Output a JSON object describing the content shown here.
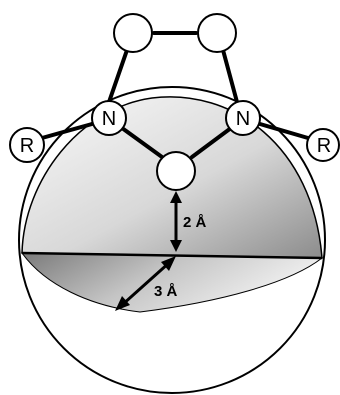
{
  "diagram": {
    "atoms": {
      "nitrogen_left": "N",
      "nitrogen_right": "N",
      "substituent_left": "R",
      "substituent_right": "R"
    },
    "dimensions": {
      "vertical_distance": "2 Å",
      "diagonal_distance": "3 Å"
    },
    "colors": {
      "line": "#000000",
      "atom_fill": "#ffffff",
      "shade_light": "#f7f7f7",
      "shade_dark": "#8a8a8a"
    }
  }
}
